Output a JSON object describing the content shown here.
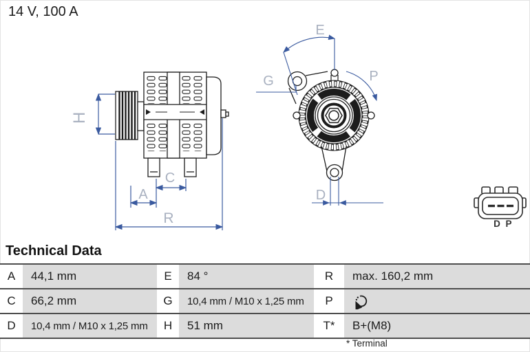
{
  "title": "14 V, 100 A",
  "diagram": {
    "side_view": {
      "h": "H",
      "a": "A",
      "c": "C",
      "r": "R"
    },
    "front_view": {
      "e": "E",
      "g": "G",
      "p": "P",
      "d": "D"
    },
    "connector": {
      "d": "D",
      "p": "P"
    }
  },
  "technical_data": {
    "heading": "Technical Data",
    "rows": [
      [
        {
          "key": "A",
          "value": "44,1 mm"
        },
        {
          "key": "E",
          "value": "84 °"
        },
        {
          "key": "R",
          "value": "max. 160,2 mm"
        }
      ],
      [
        {
          "key": "C",
          "value": "66,2 mm"
        },
        {
          "key": "G",
          "value": "10,4 mm / M10 x 1,25 mm"
        },
        {
          "key": "P",
          "value": "",
          "icon": "rotation-direction-icon"
        }
      ],
      [
        {
          "key": "D",
          "value": "10,4 mm / M10 x 1,25 mm"
        },
        {
          "key": "H",
          "value": "51 mm"
        },
        {
          "key": "T*",
          "value": "B+(M8)"
        }
      ]
    ],
    "footnote": "* Terminal"
  },
  "colors": {
    "dimension_line": "#3a5a9f",
    "dimension_label": "#a9b1c0",
    "drawing_line": "#1c1c1c",
    "table_cell_bg": "#dcdcdc",
    "table_border": "#4d4d4d"
  }
}
